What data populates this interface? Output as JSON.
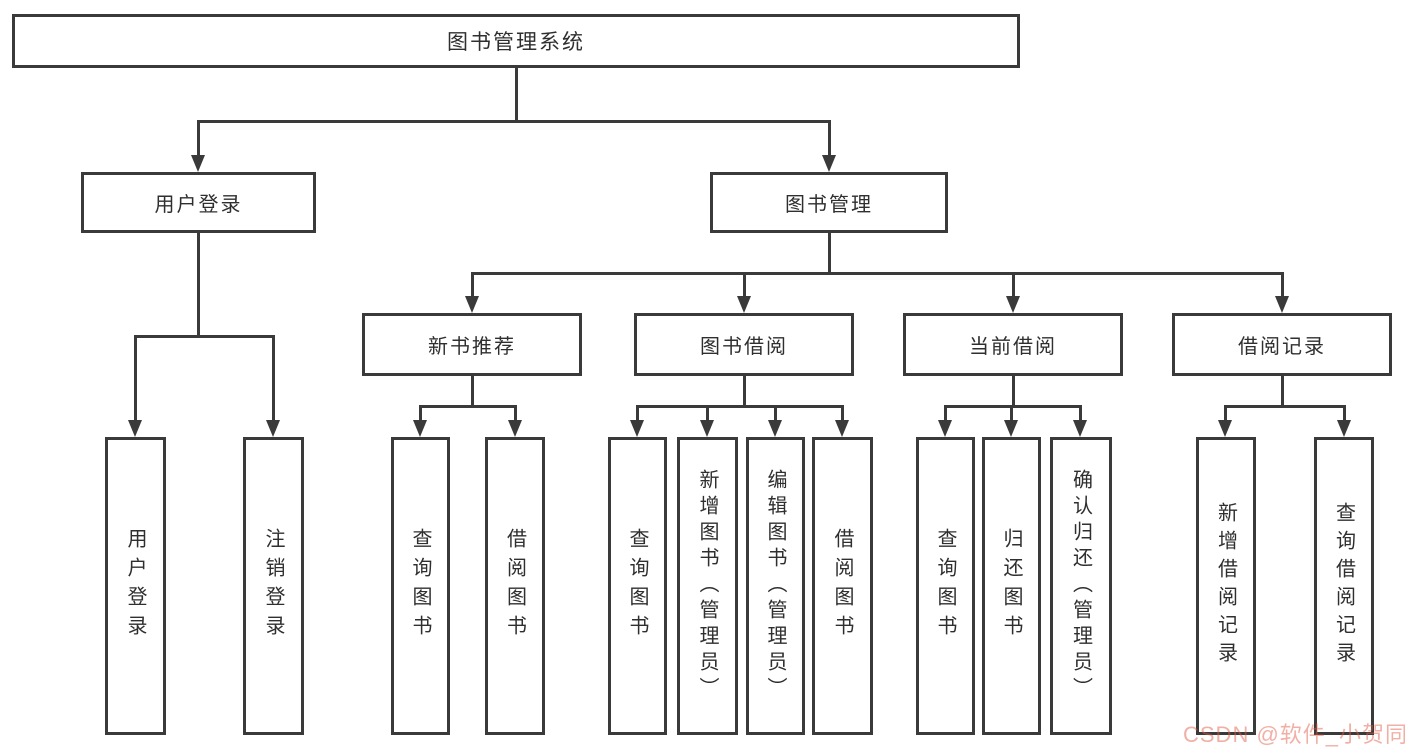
{
  "tree": {
    "label": "图书管理系统",
    "children": [
      {
        "label": "用户登录",
        "children": [
          {
            "label": "用户登录"
          },
          {
            "label": "注销登录"
          }
        ]
      },
      {
        "label": "图书管理",
        "children": [
          {
            "label": "新书推荐",
            "children": [
              {
                "label": "查询图书"
              },
              {
                "label": "借阅图书"
              }
            ]
          },
          {
            "label": "图书借阅",
            "children": [
              {
                "label": "查询图书"
              },
              {
                "label": "新增图书（管理员）"
              },
              {
                "label": "编辑图书（管理员）"
              },
              {
                "label": "借阅图书"
              }
            ]
          },
          {
            "label": "当前借阅",
            "children": [
              {
                "label": "查询图书"
              },
              {
                "label": "归还图书"
              },
              {
                "label": "确认归还（管理员）"
              }
            ]
          },
          {
            "label": "借阅记录",
            "children": [
              {
                "label": "新增借阅记录"
              },
              {
                "label": "查询借阅记录"
              }
            ]
          }
        ]
      }
    ]
  },
  "watermark": {
    "text": "CSDN @软件_小贺同学",
    "color": "#e15a46"
  },
  "colors": {
    "line": "#3a3a3a",
    "text": "#2f2f2f",
    "background": "#ffffff"
  }
}
